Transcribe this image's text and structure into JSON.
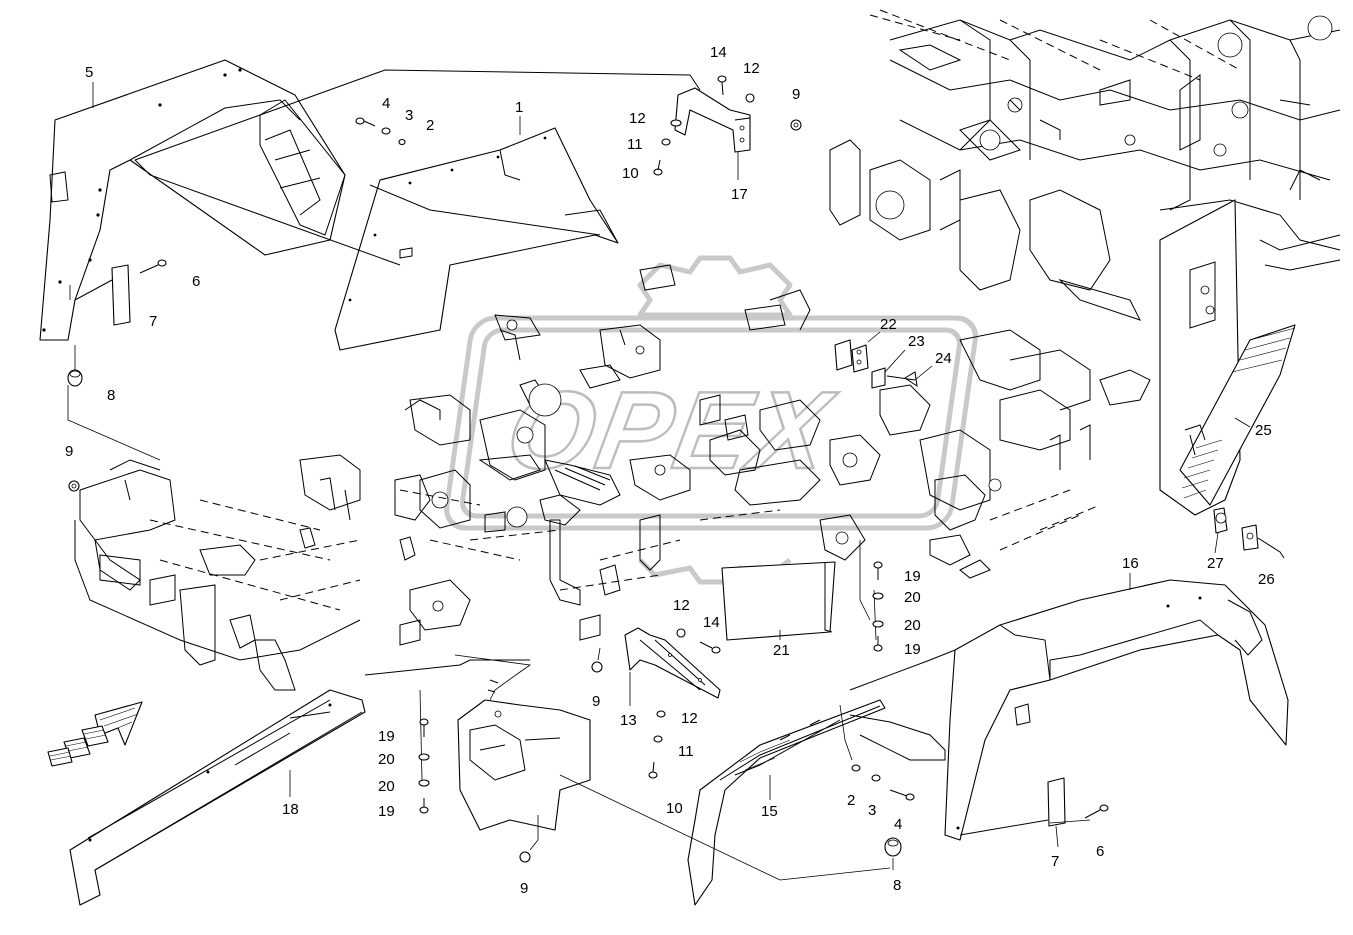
{
  "watermark": {
    "text": "OPEX"
  },
  "callouts": [
    {
      "id": "c1",
      "label": "1"
    },
    {
      "id": "c2a",
      "label": "2"
    },
    {
      "id": "c3a",
      "label": "3"
    },
    {
      "id": "c4a",
      "label": "4"
    },
    {
      "id": "c5",
      "label": "5"
    },
    {
      "id": "c6a",
      "label": "6"
    },
    {
      "id": "c7a",
      "label": "7"
    },
    {
      "id": "c8a",
      "label": "8"
    },
    {
      "id": "c9a",
      "label": "9"
    },
    {
      "id": "c9b",
      "label": "9"
    },
    {
      "id": "c9c",
      "label": "9"
    },
    {
      "id": "c9d",
      "label": "9"
    },
    {
      "id": "c10a",
      "label": "10"
    },
    {
      "id": "c10b",
      "label": "10"
    },
    {
      "id": "c11a",
      "label": "11"
    },
    {
      "id": "c11b",
      "label": "11"
    },
    {
      "id": "c12a",
      "label": "12"
    },
    {
      "id": "c12b",
      "label": "12"
    },
    {
      "id": "c12c",
      "label": "12"
    },
    {
      "id": "c12d",
      "label": "12"
    },
    {
      "id": "c13",
      "label": "13"
    },
    {
      "id": "c14a",
      "label": "14"
    },
    {
      "id": "c14b",
      "label": "14"
    },
    {
      "id": "c15",
      "label": "15"
    },
    {
      "id": "c16",
      "label": "16"
    },
    {
      "id": "c17",
      "label": "17"
    },
    {
      "id": "c18",
      "label": "18"
    },
    {
      "id": "c19a",
      "label": "19"
    },
    {
      "id": "c19b",
      "label": "19"
    },
    {
      "id": "c19c",
      "label": "19"
    },
    {
      "id": "c19d",
      "label": "19"
    },
    {
      "id": "c20a",
      "label": "20"
    },
    {
      "id": "c20b",
      "label": "20"
    },
    {
      "id": "c20c",
      "label": "20"
    },
    {
      "id": "c20d",
      "label": "20"
    },
    {
      "id": "c21",
      "label": "21"
    },
    {
      "id": "c22",
      "label": "22"
    },
    {
      "id": "c23",
      "label": "23"
    },
    {
      "id": "c24",
      "label": "24"
    },
    {
      "id": "c25",
      "label": "25"
    },
    {
      "id": "c26",
      "label": "26"
    },
    {
      "id": "c27",
      "label": "27"
    },
    {
      "id": "c2b",
      "label": "2"
    },
    {
      "id": "c3b",
      "label": "3"
    },
    {
      "id": "c4b",
      "label": "4"
    },
    {
      "id": "c6b",
      "label": "6"
    },
    {
      "id": "c7b",
      "label": "7"
    },
    {
      "id": "c8b",
      "label": "8"
    }
  ]
}
